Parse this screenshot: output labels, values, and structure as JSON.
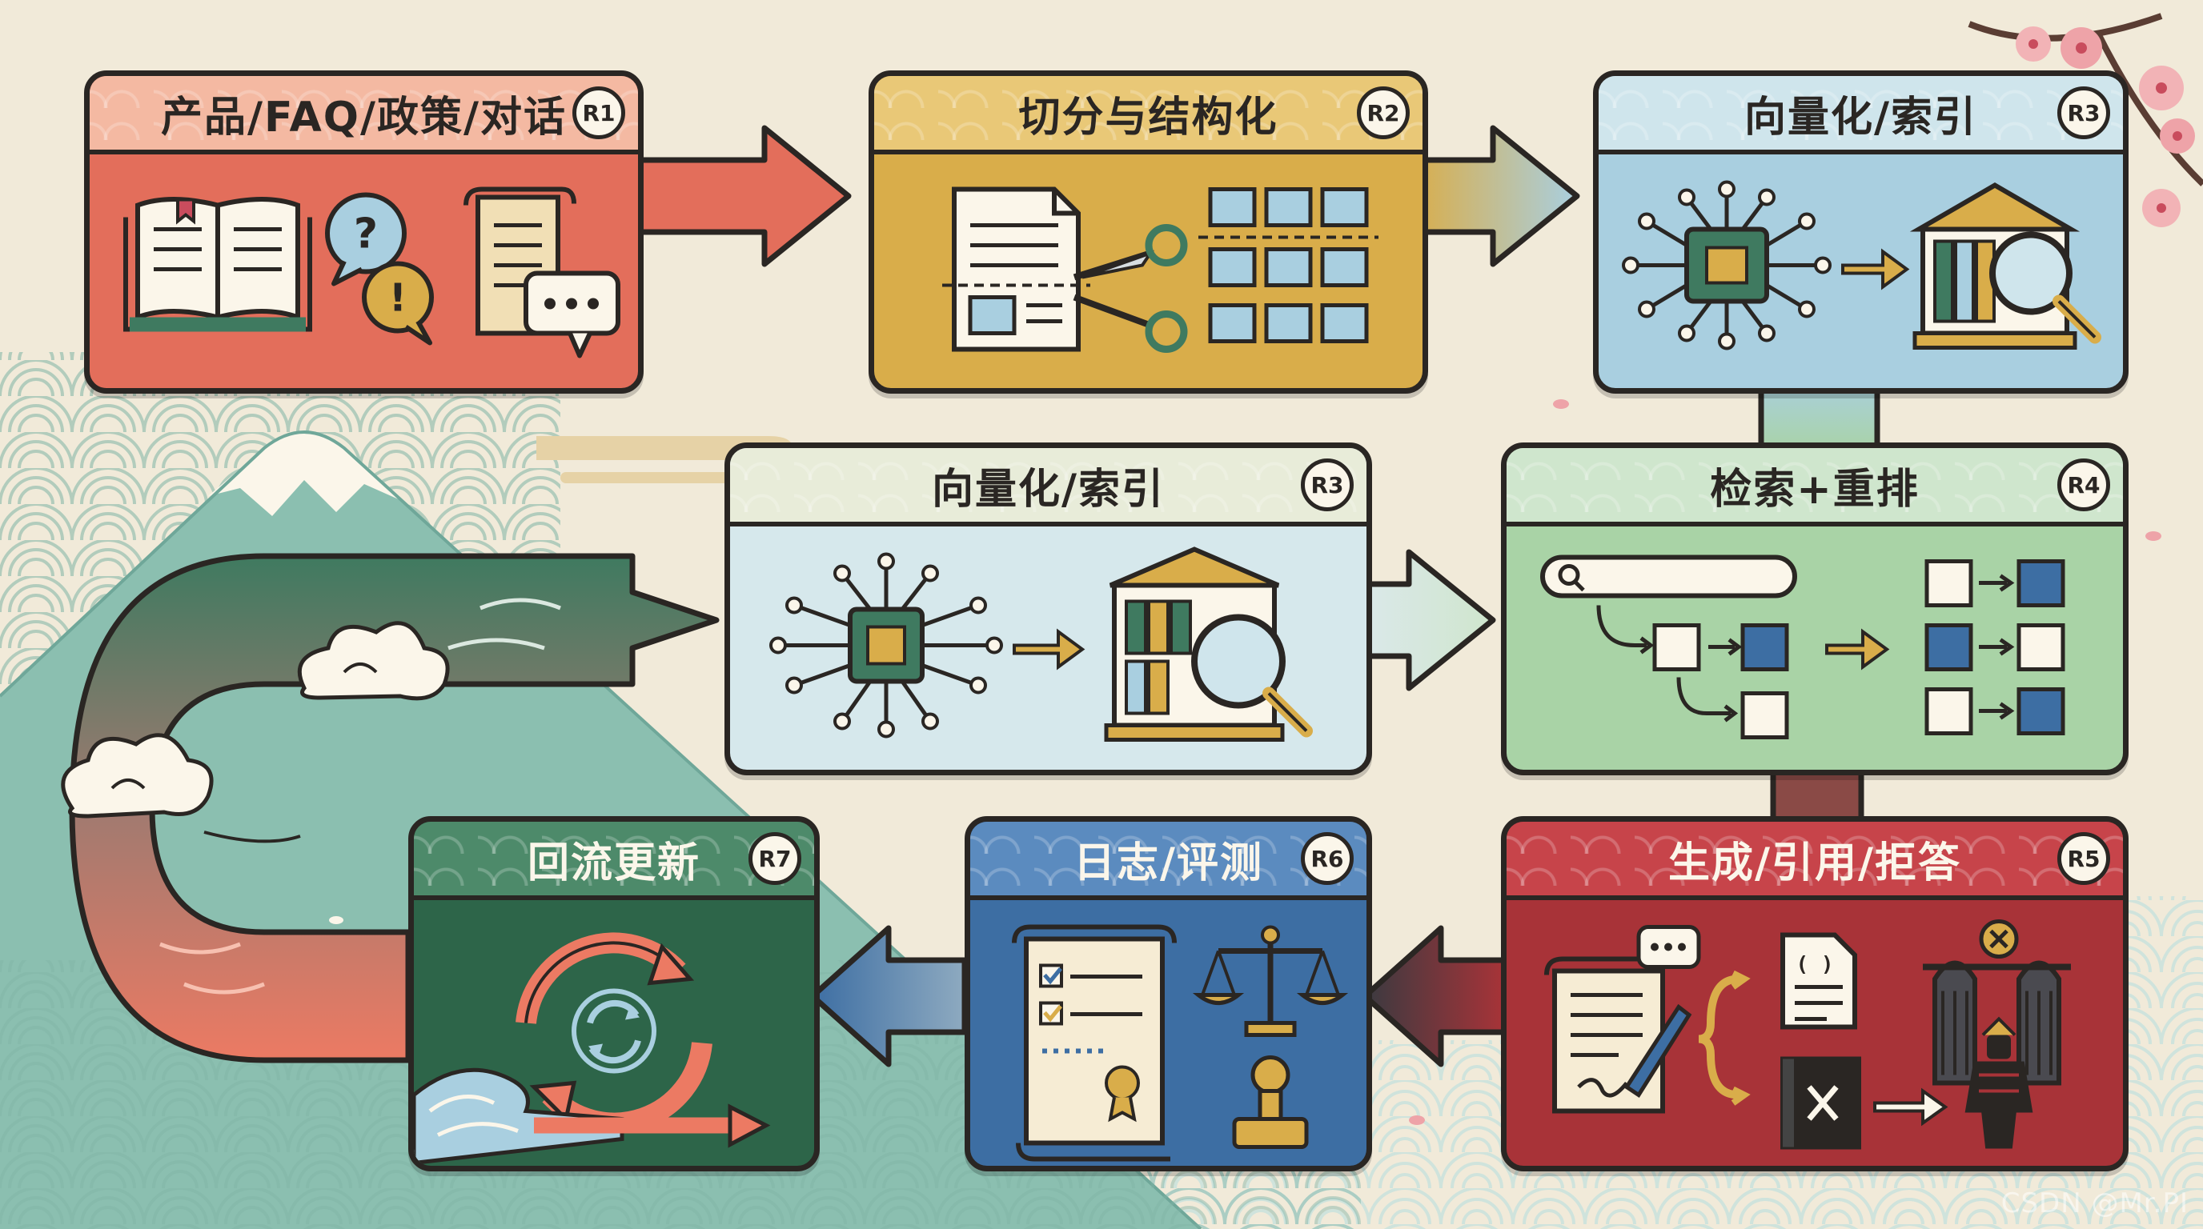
{
  "colors": {
    "background": "#f1ead9",
    "outline": "#2a2623",
    "r1": "#e36e5b",
    "r2": "#d9ad4a",
    "r3": "#a9cfe0",
    "r4": "#a9d3a6",
    "r5": "#a83338",
    "r6": "#3d6ea3",
    "r7": "#2d6549",
    "mountain": "#8bbfb0"
  },
  "steps": [
    {
      "id": "r1",
      "title": "产品/FAQ/政策/对话",
      "badge": "R1",
      "icons": [
        "open-book-icon",
        "question-bubble-icon",
        "exclamation-bubble-icon",
        "scroll-icon",
        "chat-bubble-icon"
      ]
    },
    {
      "id": "r2",
      "title": "切分与结构化",
      "badge": "R2",
      "icons": [
        "document-icon",
        "scissors-icon",
        "chunk-grid-icon"
      ]
    },
    {
      "id": "r3a",
      "title": "向量化/索引",
      "badge": "R3",
      "icons": [
        "chip-icon",
        "arrow-icon",
        "library-icon",
        "magnifier-icon"
      ]
    },
    {
      "id": "r3b",
      "title": "向量化/索引",
      "badge": "R3",
      "icons": [
        "chip-icon",
        "arrow-icon",
        "library-icon",
        "magnifier-icon"
      ]
    },
    {
      "id": "r4",
      "title": "检索+重排",
      "badge": "R4",
      "icons": [
        "search-bar-icon",
        "branch-arrows-icon",
        "rerank-grid-icon"
      ]
    },
    {
      "id": "r5",
      "title": "生成/引用/拒答",
      "badge": "R5",
      "icons": [
        "quill-document-icon",
        "brace-icon",
        "citation-document-icon",
        "reject-box-icon",
        "gate-icon",
        "samurai-icon",
        "x-circle-icon"
      ]
    },
    {
      "id": "r6",
      "title": "日志/评测",
      "badge": "R6",
      "icons": [
        "checklist-scroll-icon",
        "scales-icon",
        "seal-stamp-icon"
      ]
    },
    {
      "id": "r7",
      "title": "回流更新",
      "badge": "R7",
      "icons": [
        "refresh-cycle-icon",
        "wave-icon"
      ]
    }
  ],
  "watermark": "CSDN @Mr.PI"
}
